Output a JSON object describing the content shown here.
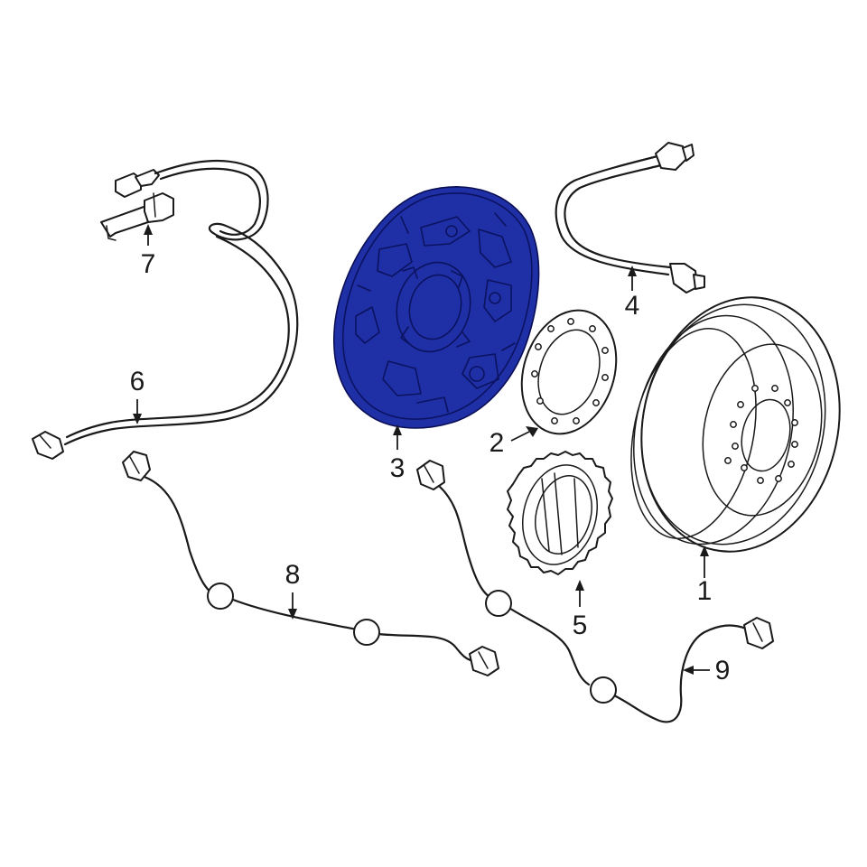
{
  "callouts": [
    {
      "id": "1",
      "label": "1"
    },
    {
      "id": "2",
      "label": "2"
    },
    {
      "id": "3",
      "label": "3"
    },
    {
      "id": "4",
      "label": "4"
    },
    {
      "id": "5",
      "label": "5"
    },
    {
      "id": "6",
      "label": "6"
    },
    {
      "id": "7",
      "label": "7"
    },
    {
      "id": "8",
      "label": "8"
    },
    {
      "id": "9",
      "label": "9"
    }
  ],
  "highlight_color": "#1f2fa6",
  "highlighted_part": "3",
  "line_color": "#1a1a1a",
  "background_color": "#ffffff"
}
